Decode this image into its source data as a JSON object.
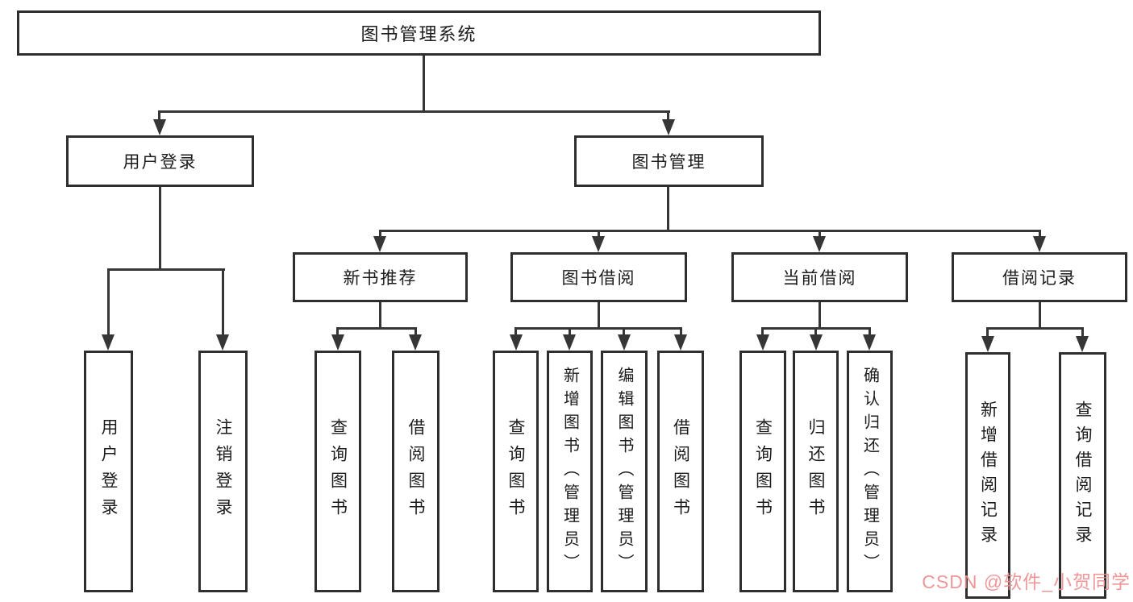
{
  "tree": {
    "root": "图书管理系统",
    "l2": {
      "login": "用户登录",
      "mgmt": "图书管理"
    },
    "l3": {
      "recommend": "新书推荐",
      "borrow": "图书借阅",
      "current": "当前借阅",
      "records": "借阅记录"
    },
    "leaves": {
      "login": [
        "用户登录",
        "注销登录"
      ],
      "recommend": [
        "查询图书",
        "借阅图书"
      ],
      "borrow": [
        "查询图书",
        "新增图书（管理员）",
        "编辑图书（管理员）",
        "借阅图书"
      ],
      "current": [
        "查询图书",
        "归还图书",
        "确认归还（管理员）"
      ],
      "records": [
        "新增借阅记录",
        "查询借阅记录"
      ]
    }
  },
  "watermark": {
    "text": "CSDN @软件_小贺同学",
    "color": "#EC8E90"
  },
  "colors": {
    "line": "#363636",
    "box_border": "#2E2E2E",
    "text": "#1C1C1C",
    "background": "#FFFFFF"
  }
}
